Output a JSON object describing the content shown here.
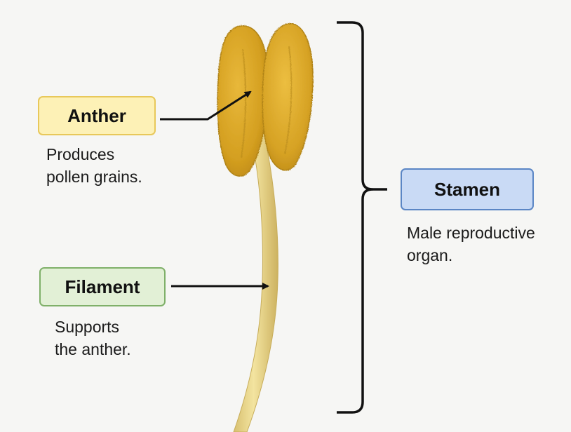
{
  "colors": {
    "background": "#f6f6f4",
    "anther_fill": "#fdf1b6",
    "anther_border": "#e8c85a",
    "filament_fill": "#e2f0d6",
    "filament_border": "#7fb069",
    "stamen_fill": "#c9daf5",
    "stamen_border": "#5b86c5",
    "anther_body": "#d9a825",
    "filament_body": "#ecd98a"
  },
  "labels": {
    "anther": {
      "title": "Anther",
      "desc_line1": "Produces",
      "desc_line2": "pollen grains."
    },
    "filament": {
      "title": "Filament",
      "desc_line1": "Supports",
      "desc_line2": "the anther."
    },
    "stamen": {
      "title": "Stamen",
      "desc_line1": "Male reproductive",
      "desc_line2": "organ."
    }
  }
}
